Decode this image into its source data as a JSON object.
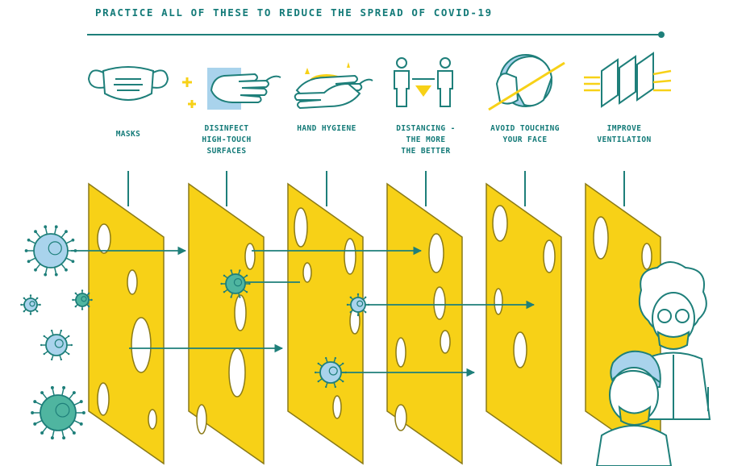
{
  "title": "PRACTICE ALL OF THESE TO REDUCE THE SPREAD OF COVID-19",
  "colors": {
    "teal": "#1e7f7a",
    "cheese": "#f7d117",
    "cheese_edge": "#8a7a18",
    "virus": "#6fbfcf",
    "virus_teal": "#4fb5a0",
    "icon_blue": "#a9d3ec"
  },
  "layers": [
    {
      "label": "MASKS",
      "icon": "face-mask-icon"
    },
    {
      "label": "DISINFECT\nHIGH-TOUCH\nSURFACES",
      "icon": "hand-wipe-icon"
    },
    {
      "label": "HAND HYGIENE",
      "icon": "hand-washing-icon"
    },
    {
      "label": "DISTANCING -\nTHE MORE\nTHE BETTER",
      "icon": "distancing-people-icon"
    },
    {
      "label": "AVOID TOUCHING\nYOUR FACE",
      "icon": "no-face-touch-icon"
    },
    {
      "label": "IMPROVE\nVENTILATION",
      "icon": "ventilation-icon"
    }
  ]
}
